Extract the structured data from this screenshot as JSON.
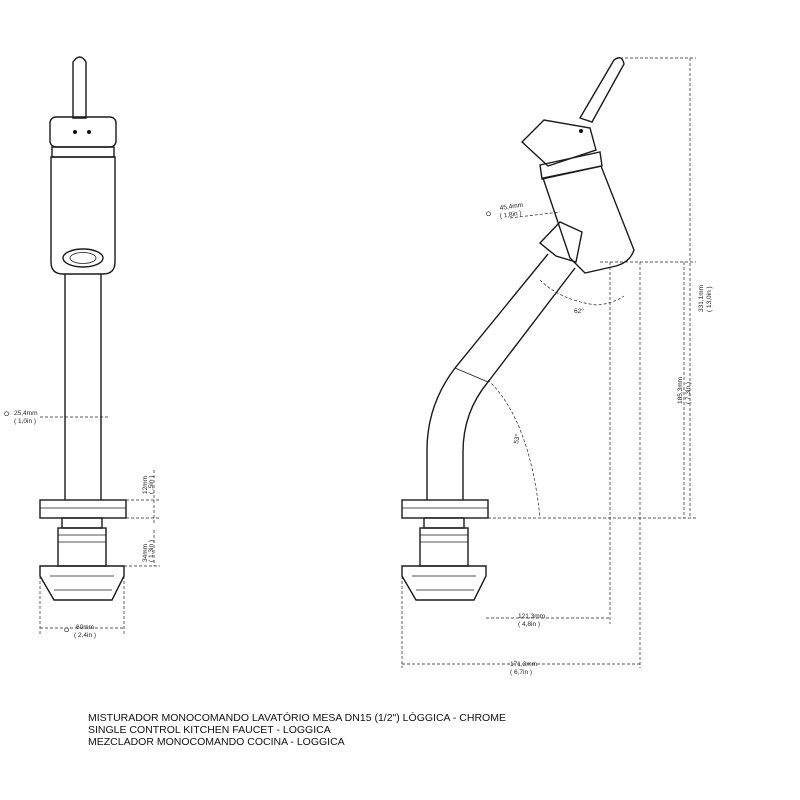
{
  "dimensions": {
    "left_diameter": {
      "metric": "25,4mm",
      "imperial": "( 1,0in )",
      "prefix": "O"
    },
    "left_height_12": {
      "metric": "12mm",
      "imperial": "( ,5in )"
    },
    "left_height_34": {
      "metric": "34mm",
      "imperial": "( 1,3in )"
    },
    "left_base_width": {
      "metric": "60mm",
      "imperial": "( 2,4in )",
      "prefix": "O"
    },
    "right_handle_diameter": {
      "metric": "45,4mm",
      "imperial": "( 1,8in )",
      "prefix": "O"
    },
    "angle_62": "62°",
    "angle_53": "53°",
    "spout_height": {
      "metric": "185,3mm",
      "imperial": "( 7,3in )"
    },
    "total_height": {
      "metric": "331,1mm",
      "imperial": "( 13,0in )"
    },
    "spout_reach": {
      "metric": "121,3mm",
      "imperial": "( 4,8in )"
    },
    "total_depth": {
      "metric": "171,3mm",
      "imperial": "( 6,7in )"
    }
  },
  "caption": {
    "line1": "MISTURADOR MONOCOMANDO LAVATÓRIO MESA DN15 (1/2\") LÓGGICA - CHROME",
    "line2": "SINGLE CONTROL KITCHEN FAUCET - LOGGICA",
    "line3": "MEZCLADOR MONOCOMANDO COCINA - LOGGICA"
  }
}
